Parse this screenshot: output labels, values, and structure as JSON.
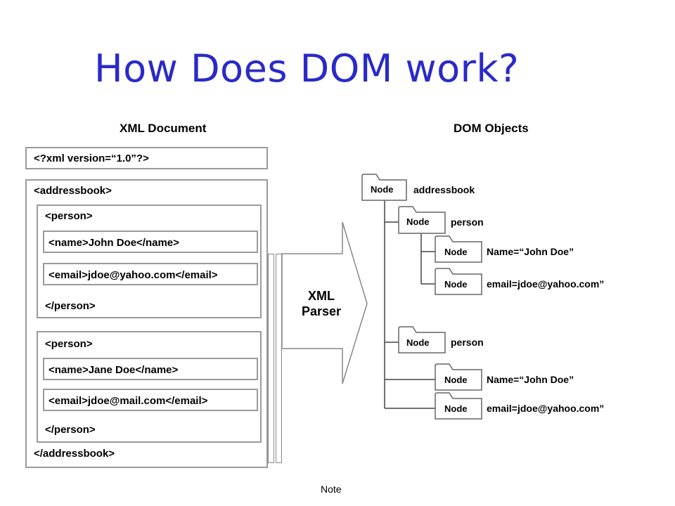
{
  "title": "How Does DOM work?",
  "xml_document": {
    "heading": "XML Document",
    "declaration": "<?xml version=“1.0”?>",
    "addressbook_open": "<addressbook>",
    "addressbook_close": "</addressbook>",
    "persons": [
      {
        "open": "<person>",
        "name": "<name>John  Doe</name>",
        "email": "<email>jdoe@yahoo.com</email>",
        "close": "</person>"
      },
      {
        "open": "<person>",
        "name": "<name>Jane  Doe</name>",
        "email": "<email>jdoe@mail.com</email>",
        "close": "</person>"
      }
    ]
  },
  "parser": {
    "line1": "XML",
    "line2": "Parser"
  },
  "dom_objects": {
    "heading": "DOM Objects",
    "nodes": [
      {
        "label": "Node",
        "text": "addressbook"
      },
      {
        "label": "Node",
        "text": "person"
      },
      {
        "label": "Node",
        "text": "Name=“John Doe”"
      },
      {
        "label": "Node",
        "text": "email=jdoe@yahoo.com”"
      },
      {
        "label": "Node",
        "text": "person"
      },
      {
        "label": "Node",
        "text": "Name=“John Doe”"
      },
      {
        "label": "Node",
        "text": "email=jdoe@yahoo.com”"
      }
    ]
  },
  "footer": "Note",
  "colors": {
    "title": "#2a2ac8",
    "box_border": "#9a9a9a",
    "node_border": "#666666"
  }
}
